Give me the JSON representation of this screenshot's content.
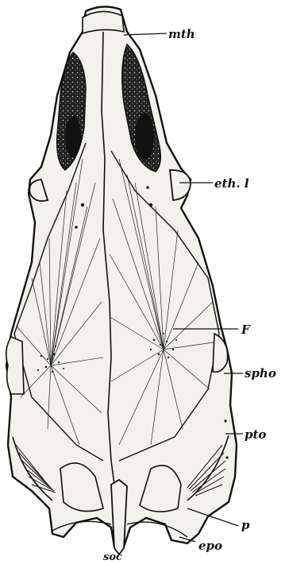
{
  "colors": {
    "ink": "#111111",
    "bone": "#f3f1ec",
    "shade": "#1a1a1a",
    "background": "#ffffff"
  },
  "labels": {
    "mth": "mth",
    "eth_l": "eth. l",
    "F": "F",
    "spho": "spho",
    "pto": "pto",
    "p": "p",
    "soc": "soc",
    "epo": "epo"
  }
}
